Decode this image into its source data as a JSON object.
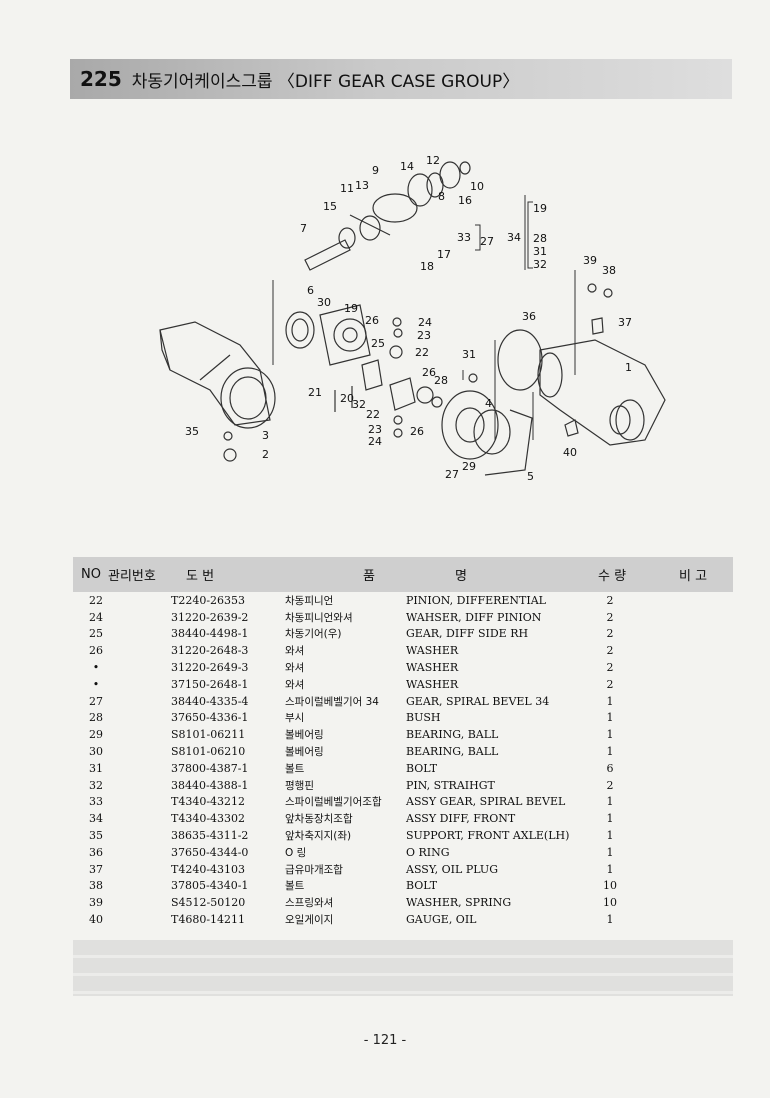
{
  "header": {
    "section_number": "225",
    "title": "차동기어케이스그룹 〈DIFF GEAR CASE GROUP〉"
  },
  "diagram": {
    "callouts": [
      "12",
      "9",
      "14",
      "10",
      "11",
      "13",
      "16",
      "8",
      "15",
      "7",
      "17",
      "18",
      "19",
      "33",
      "27",
      "34",
      "28",
      "31",
      "32",
      "39",
      "38",
      "6",
      "30",
      "19",
      "26",
      "24",
      "23",
      "36",
      "37",
      "25",
      "22",
      "31",
      "1",
      "26",
      "28",
      "21",
      "20",
      "32",
      "4",
      "35",
      "3",
      "22",
      "23",
      "26",
      "24",
      "2",
      "29",
      "27",
      "5",
      "40"
    ]
  },
  "table": {
    "headers": {
      "no": "NO",
      "mgmt": "관리번호",
      "drawing": "도  번",
      "name_left": "품",
      "name_right": "명",
      "qty": "수 량",
      "remarks": "비 고"
    },
    "rows": [
      {
        "no": "22",
        "part": "T2240-26353",
        "kr": "차동피니언",
        "en": "PINION, DIFFERENTIAL",
        "qty": "2"
      },
      {
        "no": "24",
        "part": "31220-2639-2",
        "kr": "차동피니언와셔",
        "en": "WAHSER, DIFF PINION",
        "qty": "2"
      },
      {
        "no": "25",
        "part": "38440-4498-1",
        "kr": "차동기어(우)",
        "en": "GEAR, DIFF SIDE RH",
        "qty": "2"
      },
      {
        "no": "26",
        "part": "31220-2648-3",
        "kr": "와셔",
        "en": "WASHER",
        "qty": "2"
      },
      {
        "no": "•",
        "part": "31220-2649-3",
        "kr": "와셔",
        "en": "WASHER",
        "qty": "2"
      },
      {
        "no": "•",
        "part": "37150-2648-1",
        "kr": "와셔",
        "en": "WASHER",
        "qty": "2"
      },
      {
        "no": "27",
        "part": "38440-4335-4",
        "kr": "스파이럴베벨기어 34",
        "en": "GEAR, SPIRAL BEVEL 34",
        "qty": "1"
      },
      {
        "no": "28",
        "part": "37650-4336-1",
        "kr": "부시",
        "en": "BUSH",
        "qty": "1"
      },
      {
        "no": "29",
        "part": "S8101-06211",
        "kr": "볼베어링",
        "en": "BEARING, BALL",
        "qty": "1"
      },
      {
        "no": "30",
        "part": "S8101-06210",
        "kr": "볼베어링",
        "en": "BEARING, BALL",
        "qty": "1"
      },
      {
        "no": "31",
        "part": "37800-4387-1",
        "kr": "볼트",
        "en": "BOLT",
        "qty": "6"
      },
      {
        "no": "32",
        "part": "38440-4388-1",
        "kr": "평행핀",
        "en": "PIN, STRAIHGT",
        "qty": "2"
      },
      {
        "no": "33",
        "part": "T4340-43212",
        "kr": "스파이럴베벨기어조합",
        "en": "ASSY GEAR, SPIRAL BEVEL",
        "qty": "1"
      },
      {
        "no": "34",
        "part": "T4340-43302",
        "kr": "앞차동장치조합",
        "en": "ASSY DIFF, FRONT",
        "qty": "1"
      },
      {
        "no": "35",
        "part": "38635-4311-2",
        "kr": "앞차축지지(좌)",
        "en": "SUPPORT, FRONT AXLE(LH)",
        "qty": "1"
      },
      {
        "no": "36",
        "part": "37650-4344-0",
        "kr": "O 링",
        "en": "O RING",
        "qty": "1"
      },
      {
        "no": "37",
        "part": "T4240-43103",
        "kr": "급유마개조합",
        "en": "ASSY, OIL PLUG",
        "qty": "1"
      },
      {
        "no": "38",
        "part": "37805-4340-1",
        "kr": "볼트",
        "en": "BOLT",
        "qty": "10"
      },
      {
        "no": "39",
        "part": "S4512-50120",
        "kr": "스프링와셔",
        "en": "WASHER, SPRING",
        "qty": "10"
      },
      {
        "no": "40",
        "part": "T4680-14211",
        "kr": "오일게이지",
        "en": "GAUGE, OIL",
        "qty": "1"
      }
    ]
  },
  "footer": {
    "page_number": "- 121 -"
  }
}
